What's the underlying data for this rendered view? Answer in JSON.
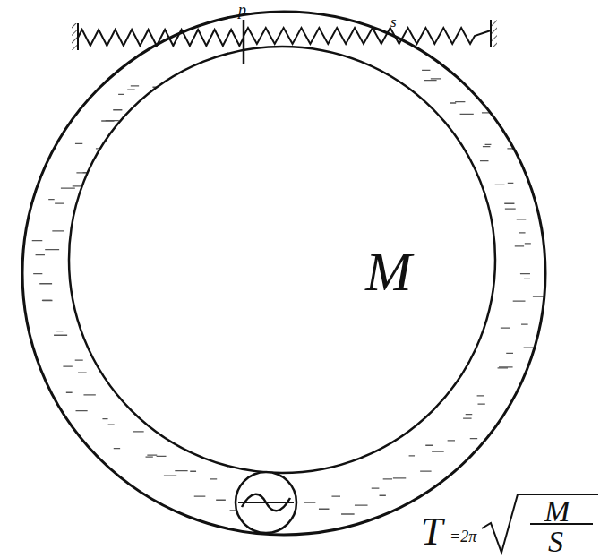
{
  "diagram": {
    "labels": [
      "p",
      "s",
      "M",
      "T",
      "=2π",
      "M",
      "S"
    ]
  }
}
